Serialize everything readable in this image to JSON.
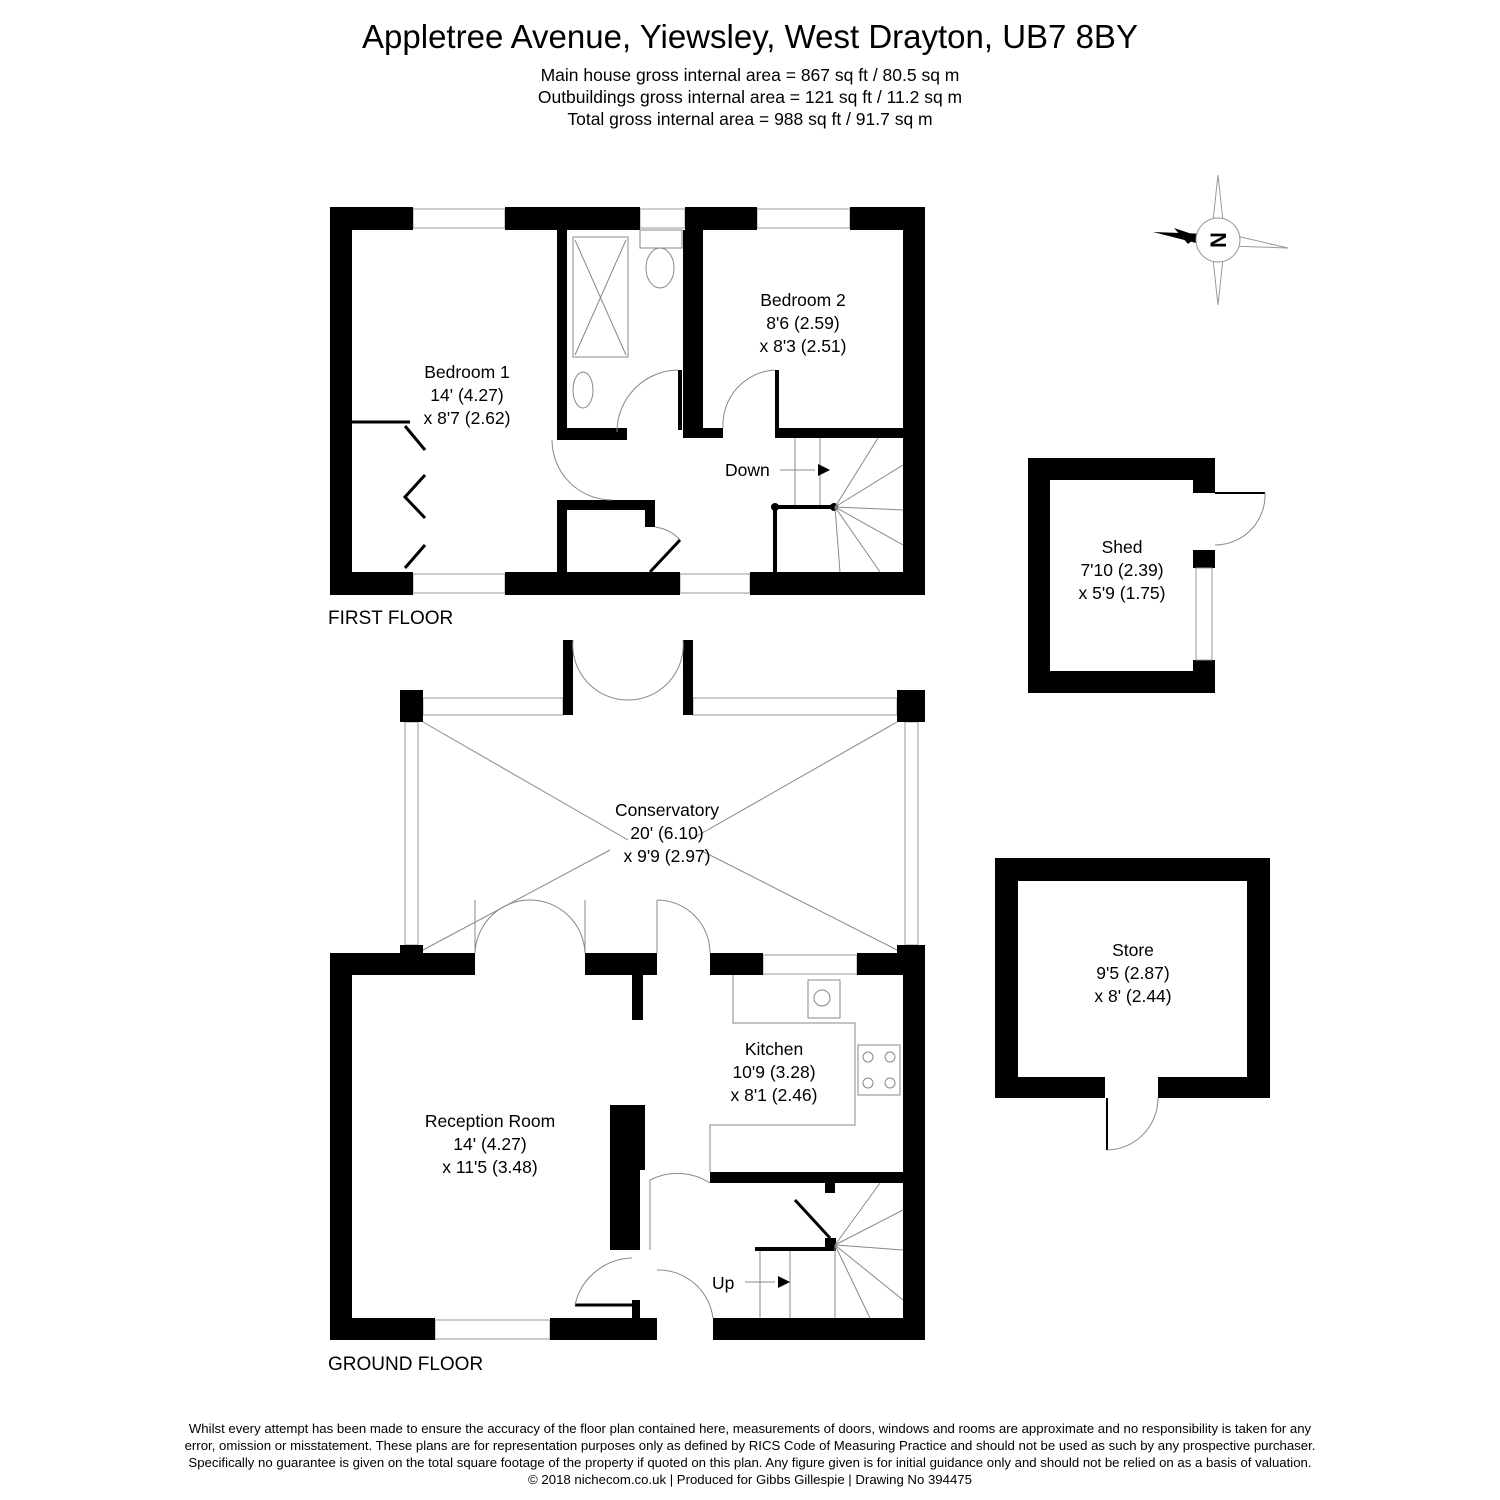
{
  "header": {
    "title": "Appletree Avenue, Yiewsley, West Drayton, UB7 8BY",
    "areas": [
      "Main house gross internal area =  867 sq ft / 80.5 sq m",
      "Outbuildings gross internal area = 121 sq ft / 11.2 sq m",
      "Total gross internal area =  988 sq ft / 91.7 sq m"
    ]
  },
  "floors": {
    "first": "FIRST FLOOR",
    "ground": "GROUND FLOOR"
  },
  "rooms": {
    "bedroom1": [
      "Bedroom 1",
      "14' (4.27)",
      "x 8'7 (2.62)"
    ],
    "bedroom2": [
      "Bedroom 2",
      "8'6 (2.59)",
      "x 8'3 (2.51)"
    ],
    "shed": [
      "Shed",
      "7'10 (2.39)",
      "x 5'9 (1.75)"
    ],
    "conservatory": [
      "Conservatory",
      "20' (6.10)",
      "x 9'9 (2.97)"
    ],
    "store": [
      "Store",
      "9'5 (2.87)",
      "x 8' (2.44)"
    ],
    "kitchen": [
      "Kitchen",
      "10'9 (3.28)",
      "x 8'1 (2.46)"
    ],
    "reception": [
      "Reception Room",
      "14' (4.27)",
      "x 11'5 (3.48)"
    ]
  },
  "stairs": {
    "down": "Down",
    "up": "Up"
  },
  "compass": {
    "label": "N"
  },
  "footer": [
    "Whilst every attempt has been made to ensure the accuracy of the floor plan contained here, measurements of doors, windows and rooms are approximate and no responsibility is taken for any",
    "error, omission or misstatement. These plans are for representation purposes only as defined by RICS Code of Measuring Practice and should not be used as such by any prospective purchaser.",
    "Specifically no guarantee is given on the total square footage of the property if quoted on this plan. Any figure given is for initial guidance only and should not be relied on as a basis of valuation.",
    "© 2018 nichecom.co.uk  |  Produced for Gibbs Gillespie  |  Drawing No 394475"
  ]
}
